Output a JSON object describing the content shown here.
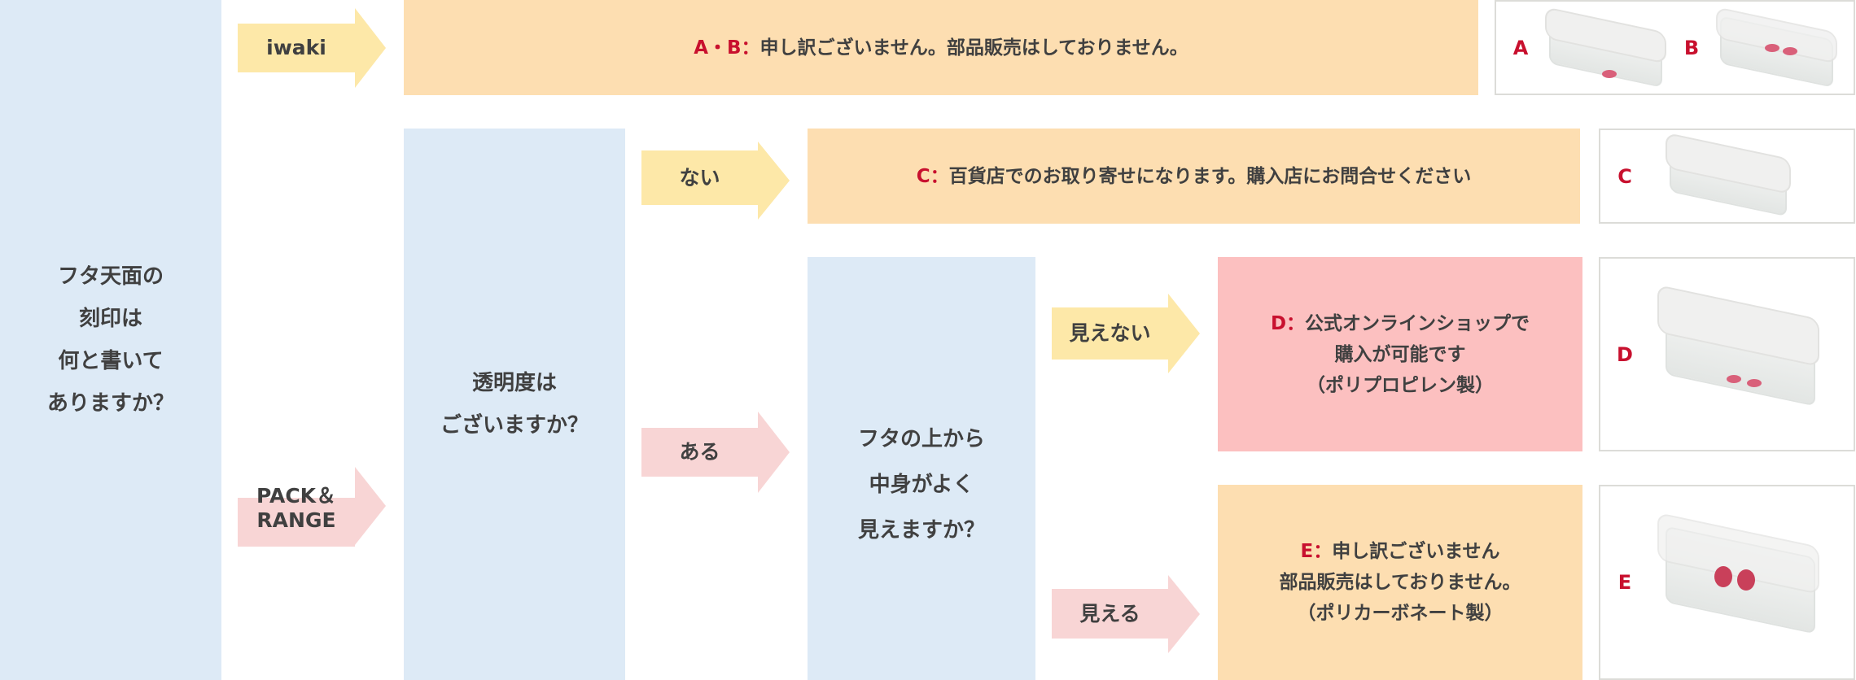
{
  "question_lid": [
    "フタ天面の",
    "刻印は",
    "何と書いて",
    "ありますか？"
  ],
  "branch_iwaki": "iwaki",
  "branch_pack_range": [
    "PACK＆",
    "RANGE"
  ],
  "question_transparency": [
    "透明度は",
    "ございますか？"
  ],
  "branch_no": "ない",
  "branch_yes": "ある",
  "question_visible": [
    "フタの上から",
    "中身がよく",
    "見えますか？"
  ],
  "branch_not_visible": "見えない",
  "branch_visible": "見える",
  "answer_ab": {
    "label": "A・B：",
    "text": "申し訳ございません。部品販売はしておりません。"
  },
  "answer_c": {
    "label": "C：",
    "text": "百貨店でのお取り寄せになります。購入店にお問合せください"
  },
  "answer_d": {
    "label": "D：",
    "lines": [
      "公式オンラインショップで",
      "購入が可能です",
      "（ポリプロピレン製）"
    ]
  },
  "answer_e": {
    "label": "E：",
    "lines": [
      "申し訳ございません",
      "部品販売はしておりません。",
      "（ポリカーボネート製）"
    ]
  },
  "product_labels": {
    "a": "A",
    "b": "B",
    "c": "C",
    "d": "D",
    "e": "E"
  },
  "colors": {
    "question_bg": "#ddeaf6",
    "arrow_yellow": "#fde8a8",
    "arrow_pink": "#f8d5d5",
    "answer_orange": "#fddeb1",
    "answer_pink": "#fcc0c0",
    "label_red": "#c8102e"
  }
}
